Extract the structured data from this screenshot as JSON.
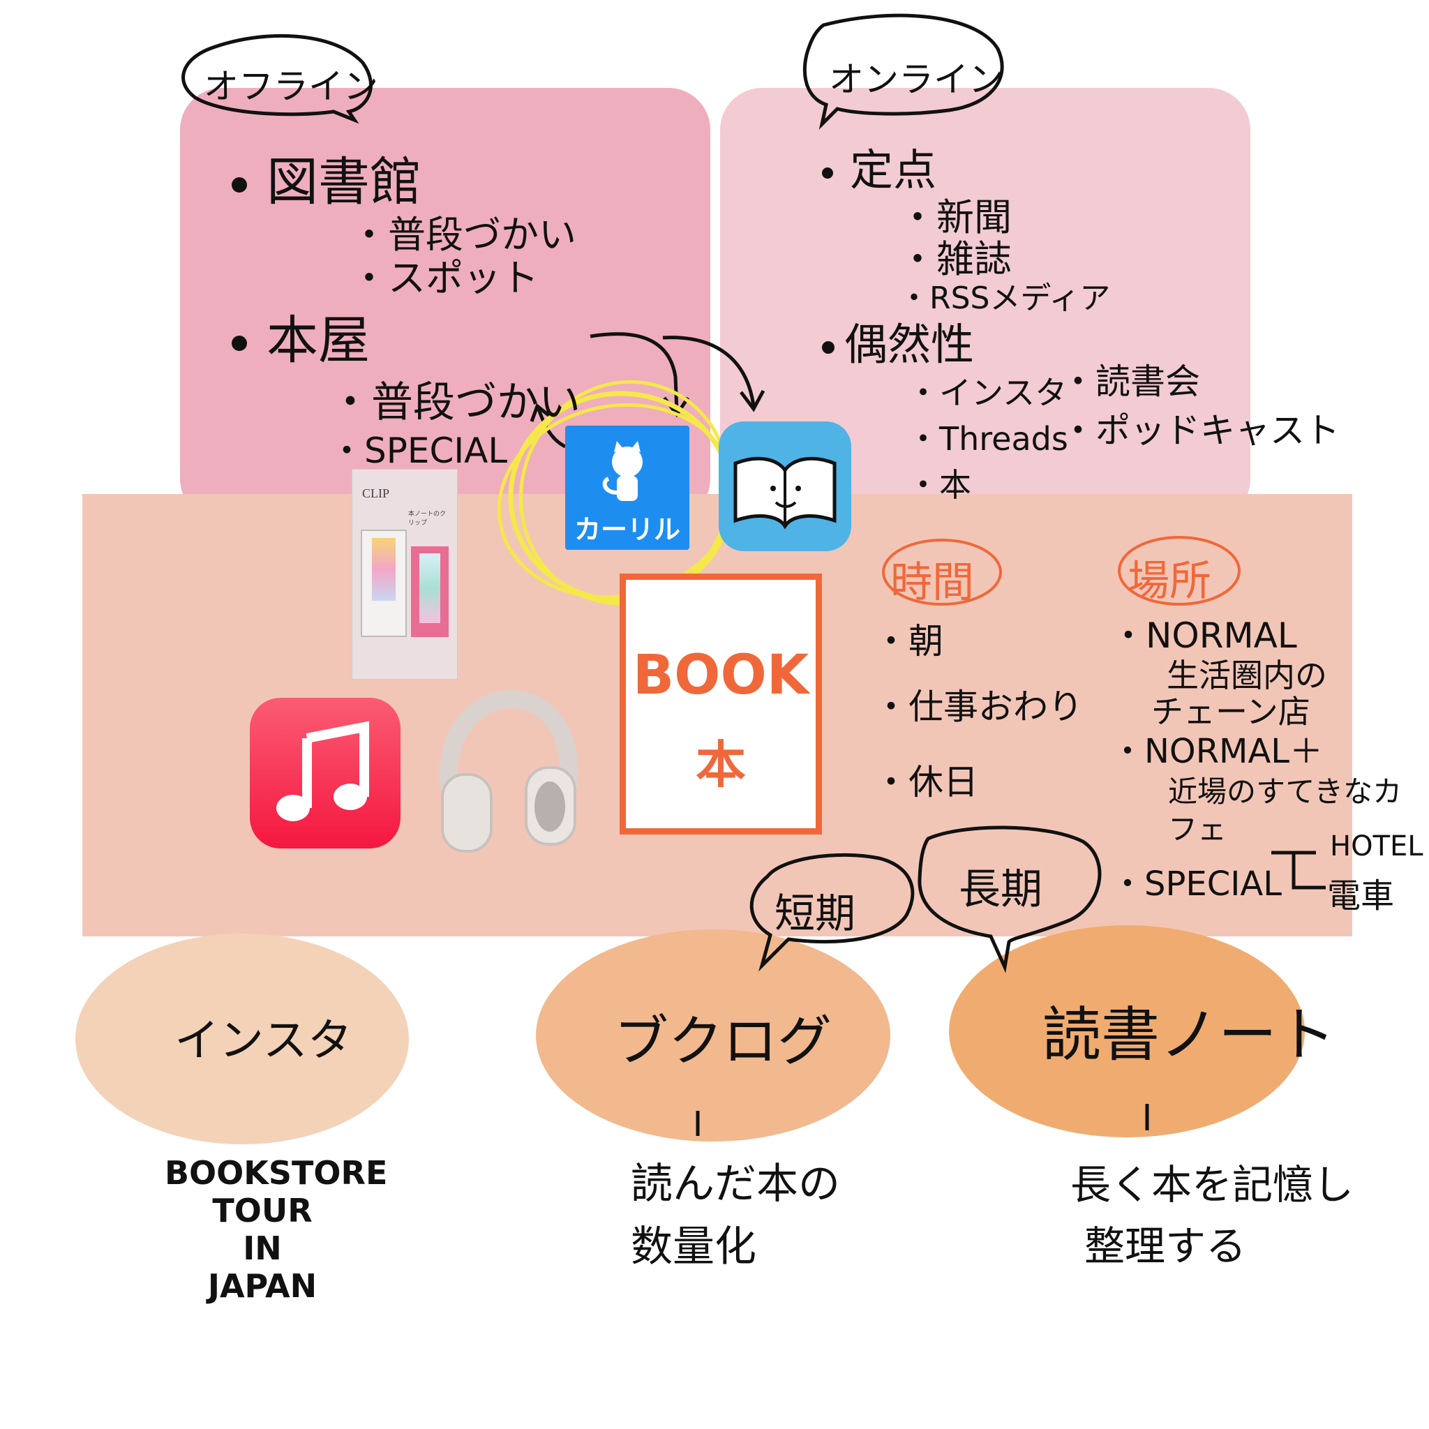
{
  "offline": {
    "title": "オフライン",
    "library": "図書館",
    "library_items": [
      "普段づかい",
      "スポット"
    ],
    "bookstore": "本屋",
    "bookstore_items": [
      "普段づかい",
      "SPECIAL"
    ]
  },
  "online": {
    "title": "オンライン",
    "fixed": "定点",
    "fixed_items": [
      "新聞",
      "雑誌",
      "RSSメディア"
    ],
    "serendipity": "偶然性",
    "serendipity_items_left": [
      "インスタ",
      "Threads",
      "本"
    ],
    "serendipity_items_right": [
      "読書会",
      "ポッドキャスト"
    ]
  },
  "center": {
    "book_line1": "BOOK",
    "book_line2": "本",
    "app_calil_label": "カーリル",
    "product_clip_label": "CLIP",
    "product_clip_tag": "本ノートのクリップ"
  },
  "time": {
    "title": "時間",
    "items": [
      "朝",
      "仕事おわり",
      "休日"
    ]
  },
  "place": {
    "title": "場所",
    "normal": "NORMAL",
    "normal_sub": [
      "生活圏内の",
      "チェーン店"
    ],
    "normal_plus": "NORMAL＋",
    "normal_plus_sub": "近場のすてきなカフェ",
    "special": "SPECIAL",
    "special_items": [
      "HOTEL",
      "電車"
    ]
  },
  "outputs": {
    "insta": "インスタ",
    "insta_note": [
      "BOOKSTORE",
      "TOUR",
      "IN",
      "JAPAN"
    ],
    "blog": "ブクログ",
    "blog_tag": "短期",
    "blog_note": [
      "読んだ本の",
      "数量化"
    ],
    "notebook": "読書ノート",
    "notebook_tag": "長期",
    "notebook_note": [
      "長く本を記憶し",
      "整理する"
    ]
  },
  "colors": {
    "offline_block": "#efaebd",
    "online_block": "#f2cbd3",
    "main_block": "#f2c6b7",
    "insta_ellipse": "#f4d2b8",
    "blog_ellipse": "#f2b88e",
    "notebook_ellipse": "#f0ac70",
    "accent_orange": "#f0683a",
    "highlight_yellow": "#f5e84a"
  }
}
